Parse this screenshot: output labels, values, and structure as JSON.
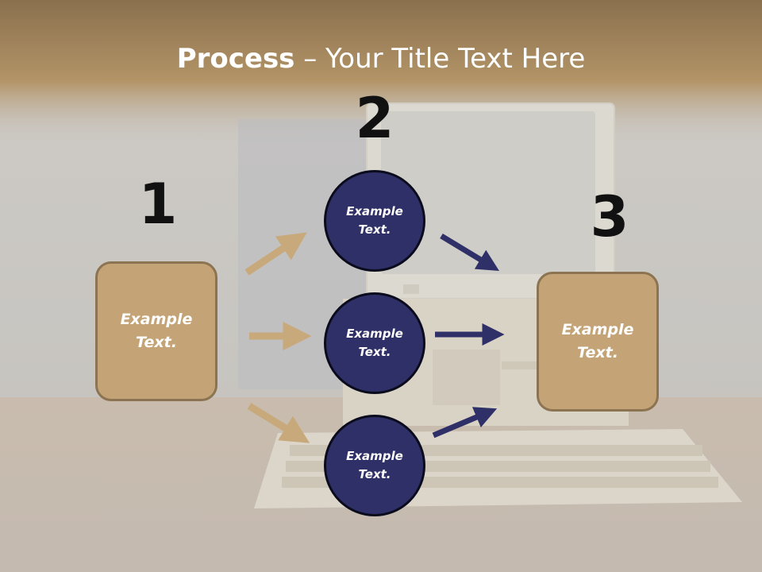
{
  "slide": {
    "title_bold": "Process",
    "title_rest": " – Your Title Text Here"
  },
  "steps": {
    "step1": {
      "number": "1",
      "text": "Example Text."
    },
    "step2": {
      "number": "2"
    },
    "step3": {
      "number": "3",
      "text": "Example Text."
    }
  },
  "circles": [
    {
      "text": "Example Text."
    },
    {
      "text": "Example Text."
    },
    {
      "text": "Example Text."
    }
  ],
  "colors": {
    "tan_box": "#c4a477",
    "tan_arrow": "#c8a97b",
    "navy": "#2f3067",
    "header_brown": "#8d7351"
  }
}
